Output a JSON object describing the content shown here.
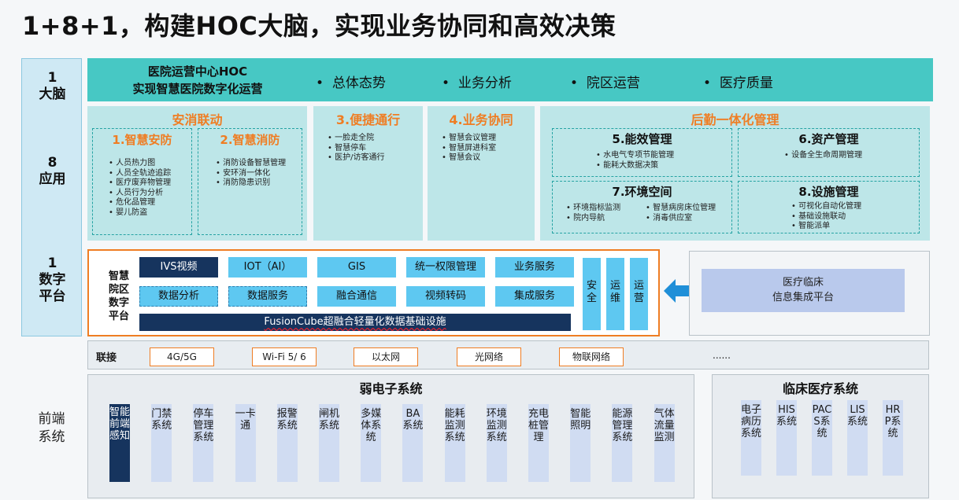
{
  "title": "1+8+1，构建HOC大脑，实现业务协同和高效决策",
  "left_labels": {
    "brain": [
      "1",
      "大脑"
    ],
    "apps": [
      "8",
      "应用"
    ],
    "platform": [
      "1",
      "数字",
      "平台"
    ],
    "frontend": [
      "前端",
      "系统"
    ]
  },
  "hoc": {
    "title_line1": "医院运营中心HOC",
    "title_line2": "实现智慧医院数字化运营",
    "items": [
      "总体态势",
      "业务分析",
      "院区运营",
      "医疗质量"
    ]
  },
  "safety": {
    "title": "安消联动",
    "security": {
      "title": "1.智慧安防",
      "items": [
        "人员热力图",
        "人员全轨迹追踪",
        "医疗废弃物管理",
        "人员行为分析",
        "危化品管理",
        "婴儿防盗"
      ]
    },
    "fire": {
      "title": "2.智慧消防",
      "items": [
        "消防设备智慧管理",
        "安环消一体化",
        "消防隐患识别"
      ]
    }
  },
  "access": {
    "title": "3.便捷通行",
    "items": [
      "一脸走全院",
      "智慧停车",
      "医护/访客通行"
    ]
  },
  "collab": {
    "title": "4.业务协同",
    "items": [
      "智慧会议管理",
      "智慧屏进科室",
      "智慧会议"
    ]
  },
  "logistics": {
    "title": "后勤一体化管理",
    "energy": {
      "title": "5.能效管理",
      "items": [
        "水电气专项节能管理",
        "能耗大数据决策"
      ]
    },
    "asset": {
      "title": "6.资产管理",
      "items": [
        "设备全生命周期管理"
      ]
    },
    "env": {
      "title": "7.环境空间",
      "items_left": [
        "环境指标监测",
        "院内导航"
      ],
      "items_right": [
        "智慧病房床位管理",
        "消毒供应室"
      ]
    },
    "facility": {
      "title": "8.设施管理",
      "items": [
        "可视化自动化管理",
        "基础设施联动",
        "智能派单"
      ]
    }
  },
  "platform": {
    "label": [
      "智慧",
      "院区",
      "数字",
      "平台"
    ],
    "row1": [
      "IVS视频",
      "IOT（AI）",
      "GIS",
      "统一权限管理",
      "业务服务"
    ],
    "row2": [
      "数据分析",
      "数据服务",
      "融合通信",
      "视频转码",
      "集成服务"
    ],
    "vertical": [
      "安全",
      "运维",
      "运营"
    ],
    "base": "FusionCube超融合轻量化数据基础设施"
  },
  "clinical_platform": {
    "line1": "医疗临床",
    "line2": "信息集成平台"
  },
  "connect": {
    "label": "联接",
    "items": [
      "4G/5G",
      "Wi-Fi 5/ 6",
      "以太网",
      "光网络",
      "物联网络"
    ],
    "more": "......"
  },
  "weak_current": {
    "title": "弱电子系统",
    "items": [
      "智能前端感知",
      "门禁系统",
      "停车管理系统",
      "一卡通",
      "报警系统",
      "闸机系统",
      "多媒体系统",
      "BA系统",
      "能耗监测系统",
      "环境监测系统",
      "充电桩管理",
      "智能照明",
      "能源管理系统",
      "气体流量监测"
    ]
  },
  "clinical_sys": {
    "title": "临床医疗系统",
    "items": [
      "电子病历系统",
      "HIS系统",
      "PACS系统",
      "LIS系统",
      "HRP系统"
    ]
  },
  "colors": {
    "orange": "#ef7d23",
    "teal": "#47c8c4",
    "light_teal": "#bde6e8",
    "blue": "#5ec8f1",
    "navy": "#16345e",
    "lavender": "#d0dcf2",
    "arrow_blue": "#1f8fd8"
  }
}
